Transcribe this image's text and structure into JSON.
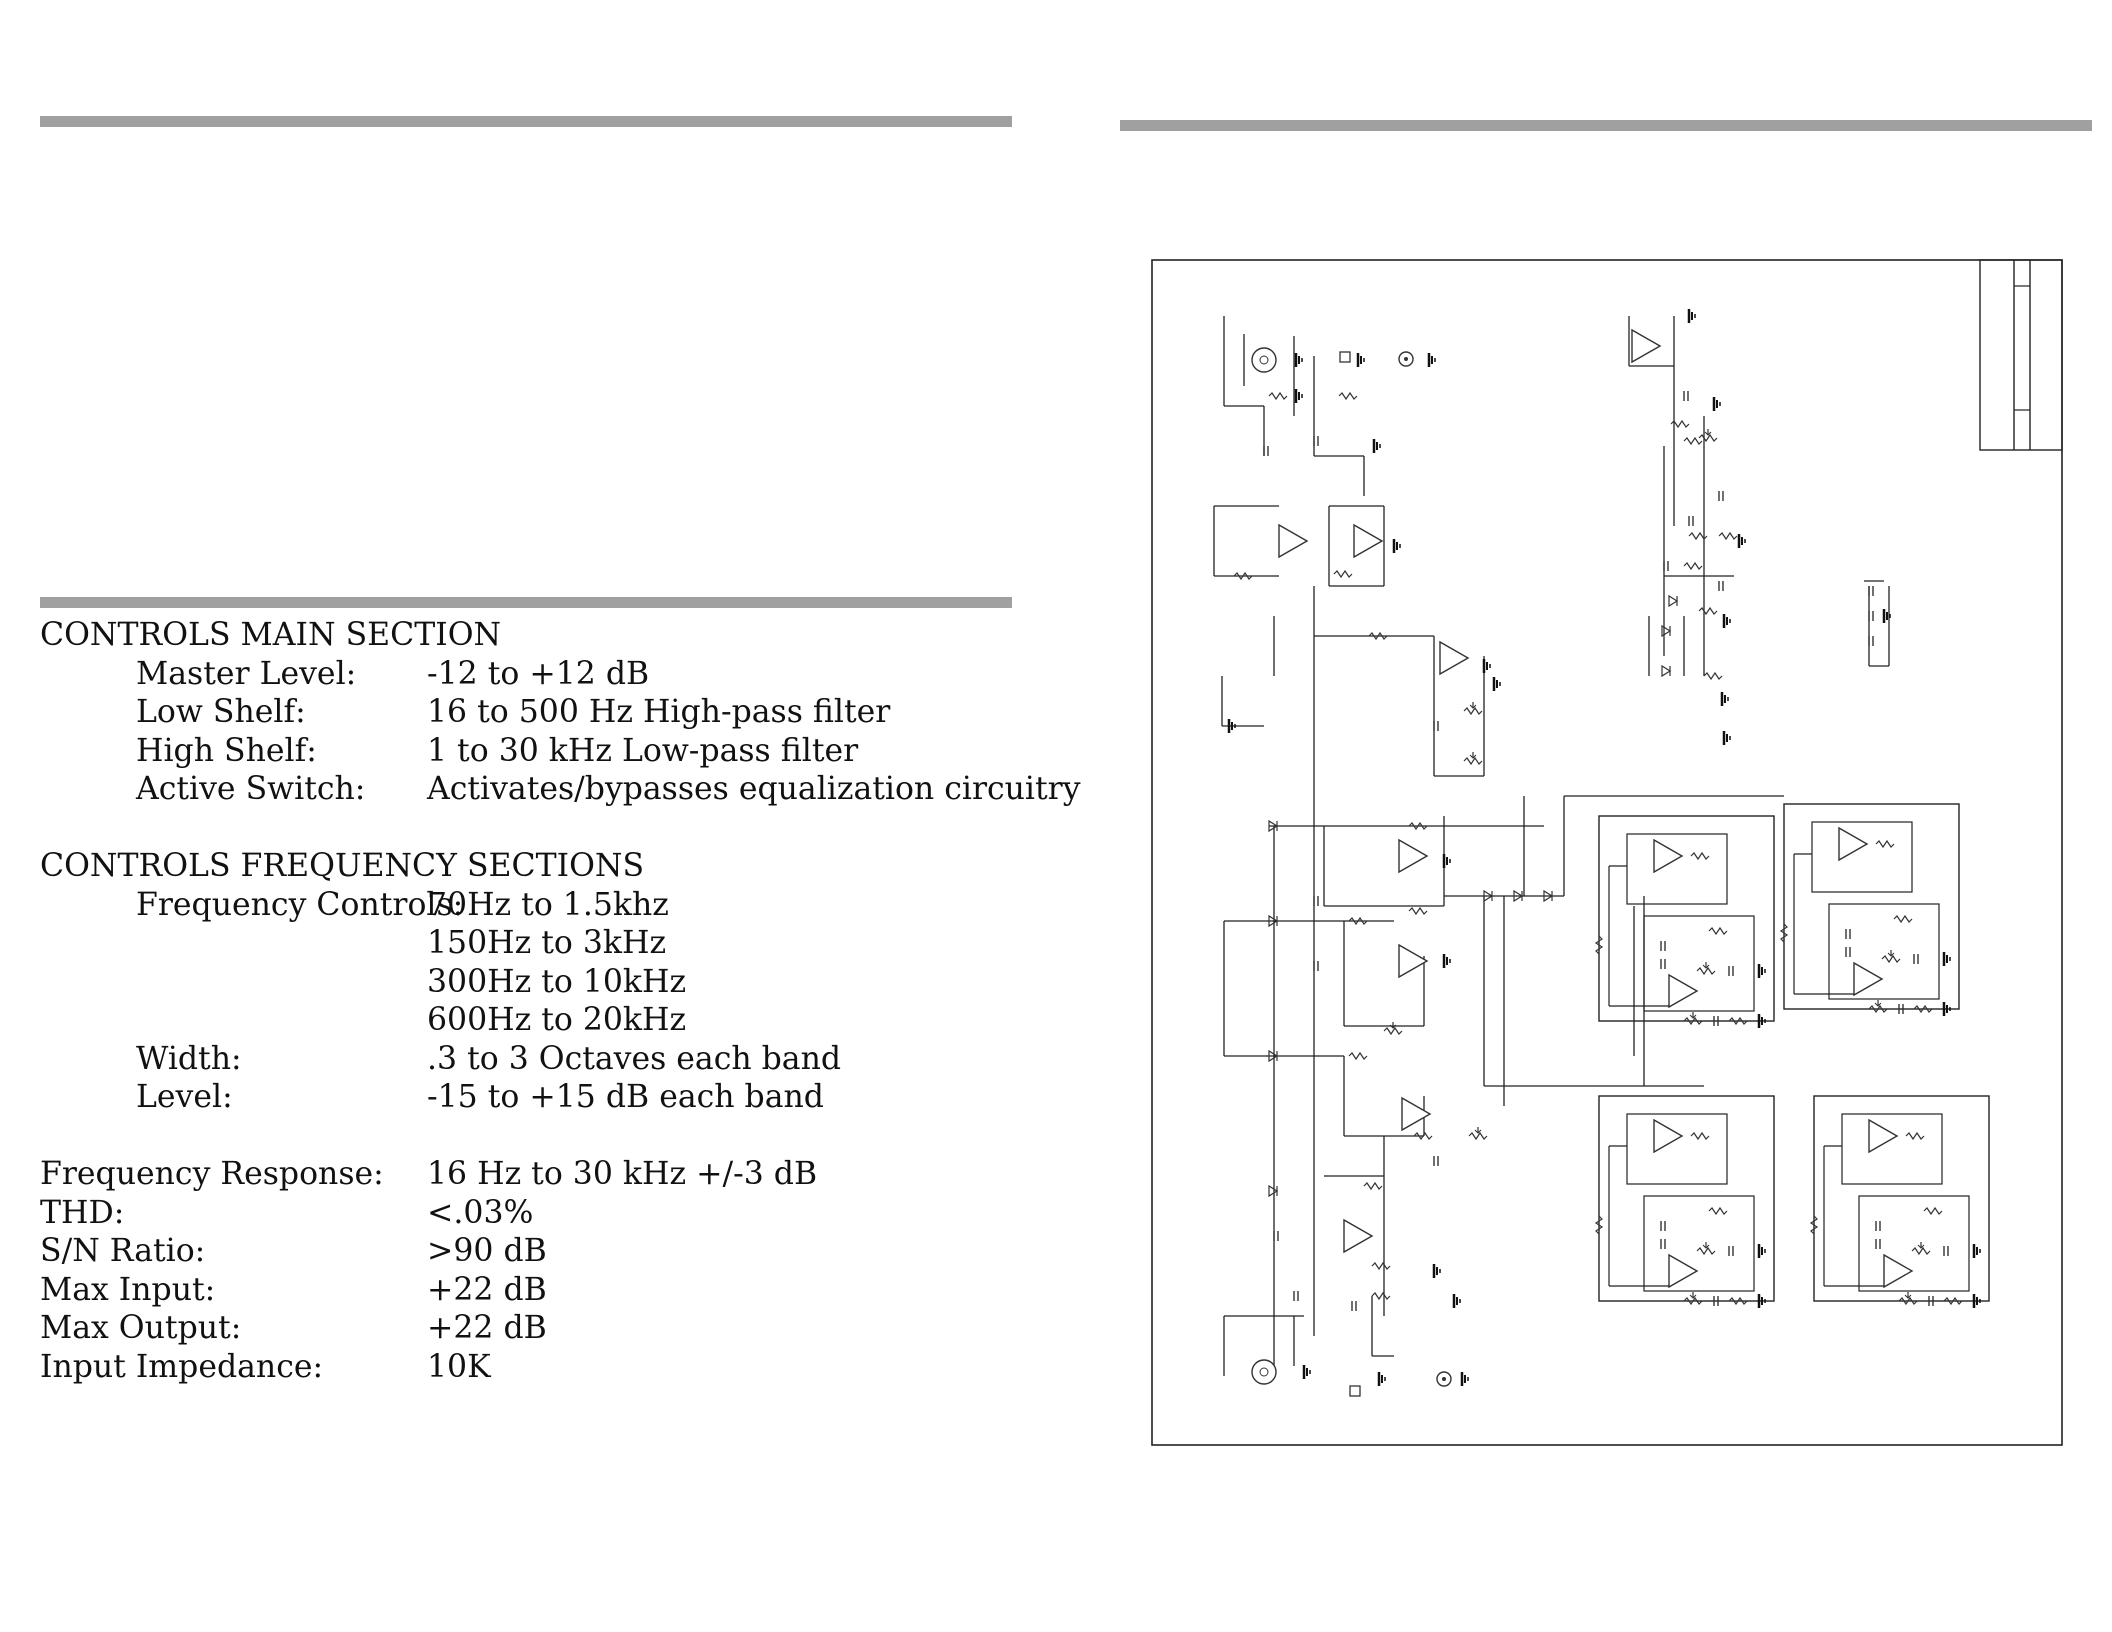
{
  "specs": {
    "main_heading": "CONTROLS MAIN SECTION",
    "main": [
      {
        "label": "Master Level:",
        "value": "-12 to +12 dB"
      },
      {
        "label": "Low Shelf:",
        "value": "16 to 500 Hz High-pass filter"
      },
      {
        "label": "High Shelf:",
        "value": "1 to 30 kHz Low-pass filter"
      },
      {
        "label": "Active Switch:",
        "value": "Activates/bypasses equalization circuitry"
      }
    ],
    "freq_heading": "CONTROLS FREQUENCY SECTIONS",
    "freq": [
      {
        "label": "Frequency Controls:",
        "value": "70Hz to 1.5khz"
      },
      {
        "label": "",
        "value": "150Hz to 3kHz"
      },
      {
        "label": "",
        "value": "300Hz to 10kHz"
      },
      {
        "label": "",
        "value": "600Hz to 20kHz"
      },
      {
        "label": "Width:",
        "value": ".3 to 3 Octaves each band"
      },
      {
        "label": "Level:",
        "value": "-15 to +15 dB each band"
      }
    ],
    "general": [
      {
        "label": "Frequency Response:",
        "value": "16 Hz to 30 kHz +/-3 dB"
      },
      {
        "label": "THD:",
        "value": "<.03%"
      },
      {
        "label": "S/N Ratio:",
        "value": ">90 dB"
      },
      {
        "label": "Max Input:",
        "value": "+22 dB"
      },
      {
        "label": "Max Output:",
        "value": "+22 dB"
      },
      {
        "label": "Input Impedance:",
        "value": "10K"
      }
    ]
  },
  "colors": {
    "rule": "#a0a0a0",
    "ink": "#111111"
  }
}
